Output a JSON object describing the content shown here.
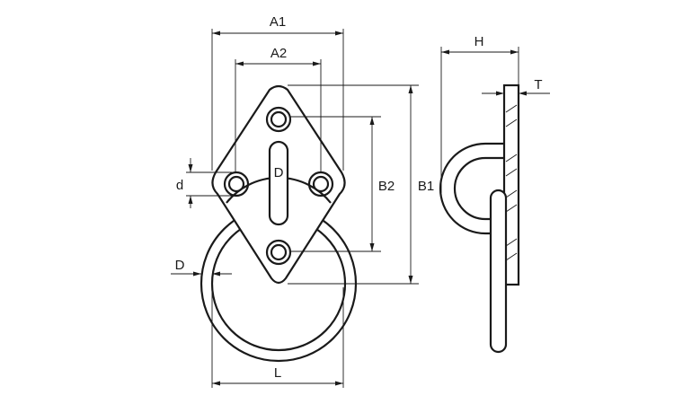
{
  "labels": {
    "a1": "A1",
    "a2": "A2",
    "b1": "B1",
    "b2": "B2",
    "d_small": "d",
    "d_big_left": "D",
    "d_big_center": "D",
    "l": "L",
    "h": "H",
    "t": "T"
  }
}
